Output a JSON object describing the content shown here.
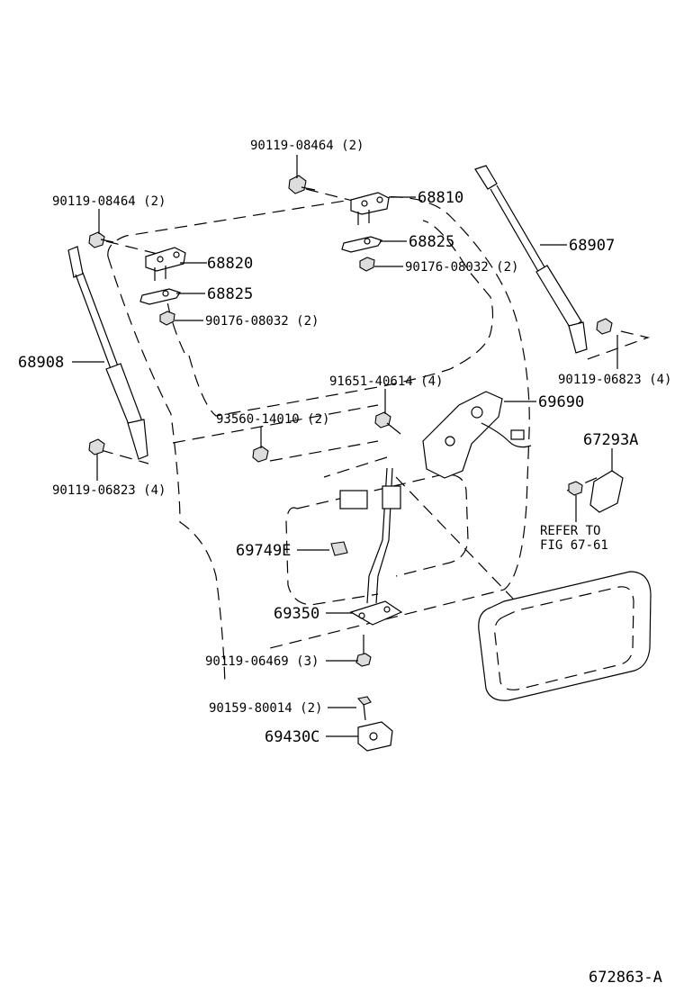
{
  "labels": {
    "p90119_08464_top": "90119-08464 (2)",
    "p90119_08464_left": "90119-08464 (2)",
    "p68810": "68810",
    "p68825_right": "68825",
    "p90176_08032_right": "90176-08032 (2)",
    "p68907": "68907",
    "p68820": "68820",
    "p68825_left": "68825",
    "p90176_08032_left": "90176-08032 (2)",
    "p68908": "68908",
    "p90119_06823_right": "90119-06823 (4)",
    "p91651_40614": "91651-40614 (4)",
    "p69690": "69690",
    "p93560_14010": "93560-14010 (2)",
    "p67293A": "67293A",
    "p90119_06823_left": "90119-06823 (4)",
    "refer_line1": "REFER TO",
    "refer_line2": "FIG 67-61",
    "p69749E": "69749E",
    "p69350": "69350",
    "p90119_06469": "90119-06469 (3)",
    "p90159_80014": "90159-80014 (2)",
    "p69430C": "69430C",
    "figure_id": "672863-A"
  }
}
